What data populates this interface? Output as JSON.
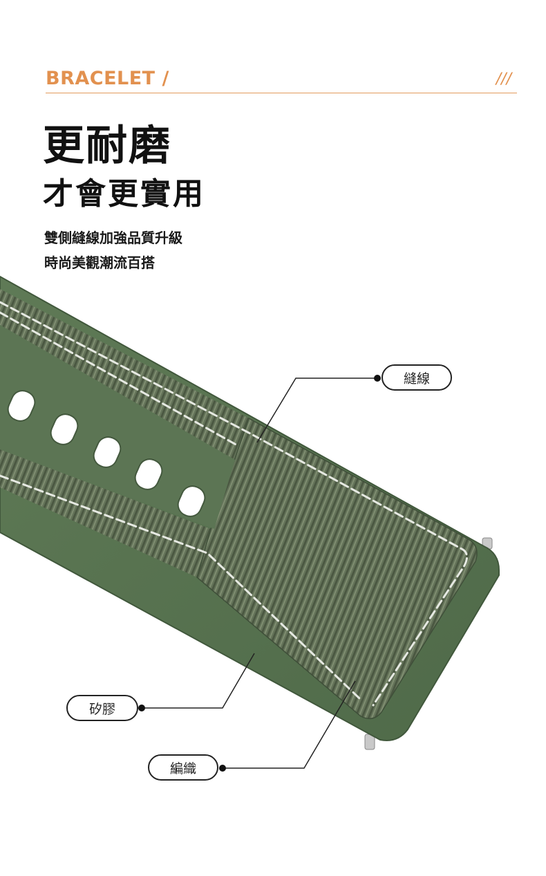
{
  "header": {
    "title": "BRACELET /",
    "mark": "///",
    "accent_color": "#e2914f"
  },
  "headline": {
    "main": "更耐磨",
    "sub": "才會更實用"
  },
  "description": {
    "line1": "雙側縫線加強品質升級",
    "line2": "時尚美觀潮流百搭"
  },
  "callouts": {
    "stitching": "縫線",
    "silicone": "矽膠",
    "weave": "編織"
  },
  "colors": {
    "strap_green": "#5a7552",
    "weave_green": "#65745a",
    "stitch_white": "#e6e9e2"
  }
}
